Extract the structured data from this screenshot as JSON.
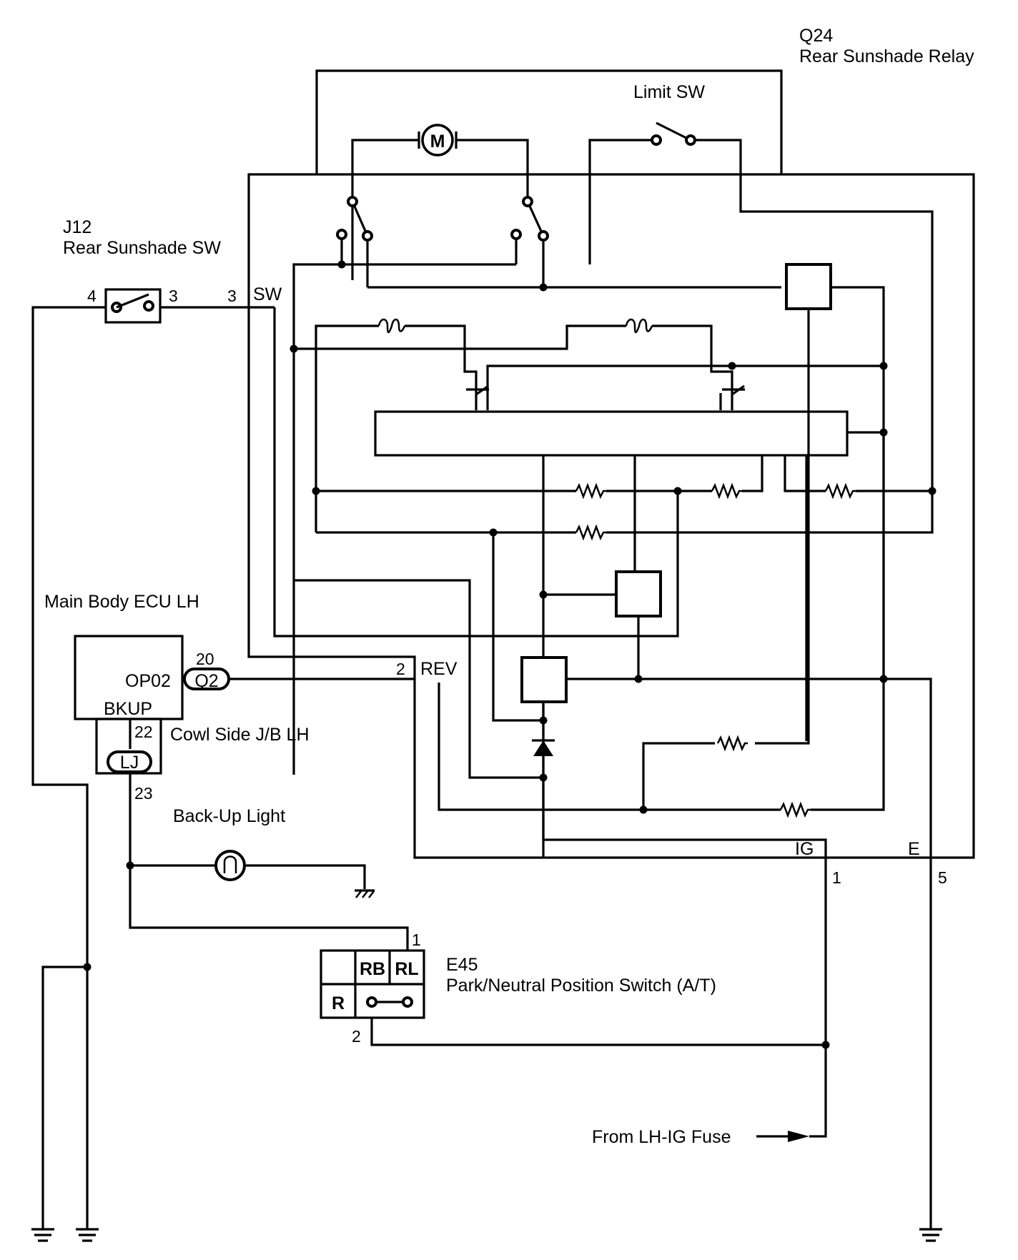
{
  "components": {
    "relay": {
      "code": "Q24",
      "name": "Rear Sunshade Relay"
    },
    "switch": {
      "code": "J12",
      "name": "Rear Sunshade SW"
    },
    "ecu": {
      "name": "Main Body ECU LH",
      "terminal_op": "OP02",
      "terminal_bkup": "BKUP"
    },
    "junction_block": {
      "name": "Cowl Side J/B LH"
    },
    "back_up_light": {
      "name": "Back-Up Light"
    },
    "pnp_switch": {
      "code": "E45",
      "name": "Park/Neutral Position Switch (A/T)",
      "cells": [
        "RB",
        "RL",
        "R"
      ]
    },
    "limit_sw": {
      "name": "Limit SW"
    },
    "motor": {
      "symbol": "M"
    }
  },
  "connectors": {
    "q2": "Q2",
    "lj": "LJ"
  },
  "terminals": {
    "sw": "SW",
    "rev": "REV",
    "ig": "IG",
    "e": "E"
  },
  "pins": {
    "sw_4": "4",
    "sw_3": "3",
    "relay_3": "3",
    "relay_2": "2",
    "ecu_20": "20",
    "jb_22": "22",
    "jb_23": "23",
    "relay_1": "1",
    "relay_5": "5",
    "pnp_1": "1",
    "pnp_2": "2"
  },
  "feed": {
    "label": "From LH-IG Fuse"
  }
}
